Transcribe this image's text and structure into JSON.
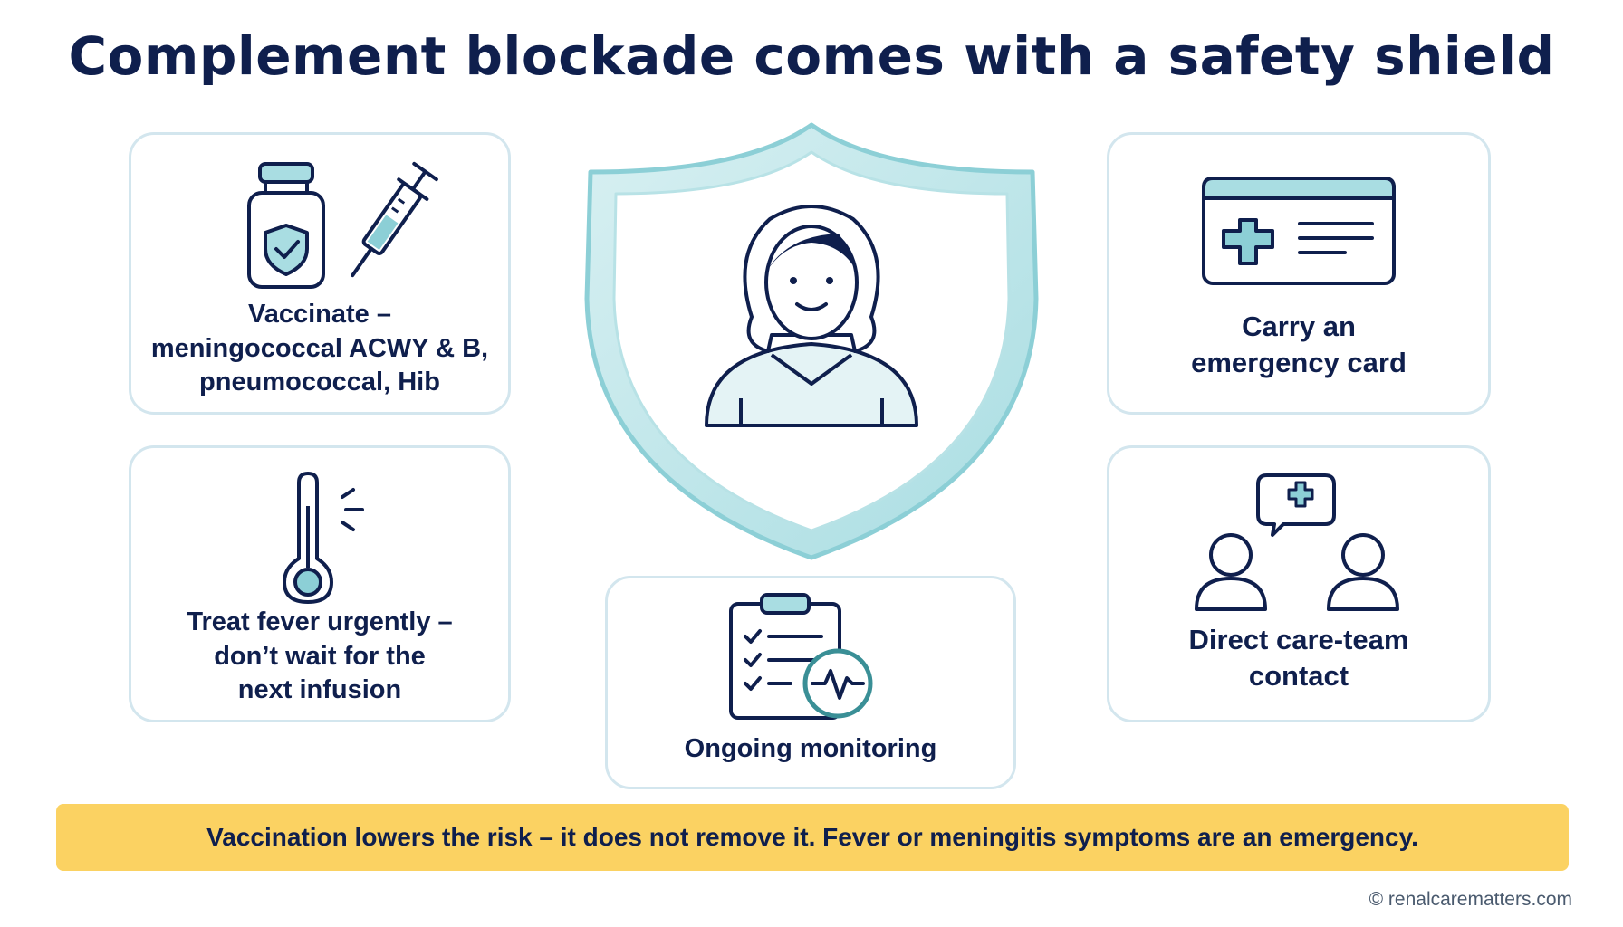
{
  "title": "Complement blockade comes with a safety shield",
  "cards": {
    "vaccinate": "Vaccinate –\nmeningococcal ACWY & B,\npneumococcal, Hib",
    "fever": "Treat fever urgently –\ndon’t wait for the\nnext infusion",
    "monitoring": "Ongoing monitoring",
    "card": "Carry an\nemergency card",
    "contact": "Direct care-team\ncontact"
  },
  "icons": {
    "vaccinate": [
      "vaccine-vial-icon",
      "syringe-icon"
    ],
    "fever": "thermometer-icon",
    "monitoring": "clipboard-monitor-icon",
    "card": "emergency-card-icon",
    "contact": "care-team-chat-icon",
    "center": "patient-in-shield-icon"
  },
  "banner": "Vaccination lowers the risk – it does not remove it. Fever or meningitis symptoms are an emergency.",
  "footer": "© renalcarematters.com",
  "colors": {
    "navy": "#0f1f4d",
    "teal": "#8ccfd6",
    "teal_light": "#d8f0f2",
    "card_border": "#d3e6ee",
    "banner": "#fbd262"
  }
}
